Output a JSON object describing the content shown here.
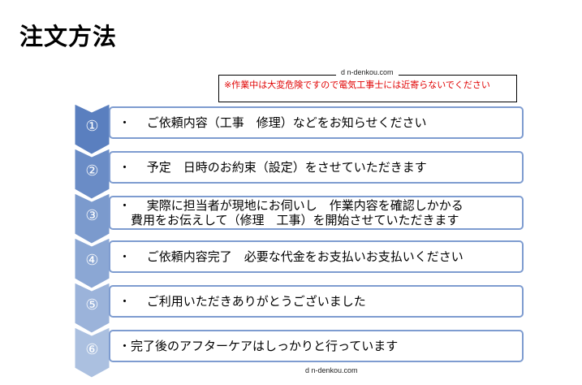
{
  "title": "注文方法",
  "source_top": "d n-denkou.com",
  "source_bottom": "d n-denkou.com",
  "warning": "※作業中は大変危険ですので電気工事士には近寄らないでください",
  "warning_color": "#e00000",
  "steps": [
    {
      "num": "①",
      "text": "・　 ご依頼内容（工事　修理）などをお知らせください",
      "color": "#5a7fbf"
    },
    {
      "num": "②",
      "text": "・　 予定　日時のお約束（設定）をさせていただきます",
      "color": "#6a8cc6"
    },
    {
      "num": "③",
      "text": "・　 実際に担当者が現地にお伺いし　作業内容を確認しかかる\n　費用をお伝えして（修理　工事）を開始させていただきます",
      "color": "#7b9acd"
    },
    {
      "num": "④",
      "text": "・　 ご依頼内容完了　必要な代金をお支払いお支払いください",
      "color": "#8ba7d4"
    },
    {
      "num": "⑤",
      "text": "・　 ご利用いただきありがとうございました",
      "color": "#9bb3da"
    },
    {
      "num": "⑥",
      "text": "・完了後のアフターケアはしっかりと行っています",
      "color": "#abc0e0"
    }
  ]
}
